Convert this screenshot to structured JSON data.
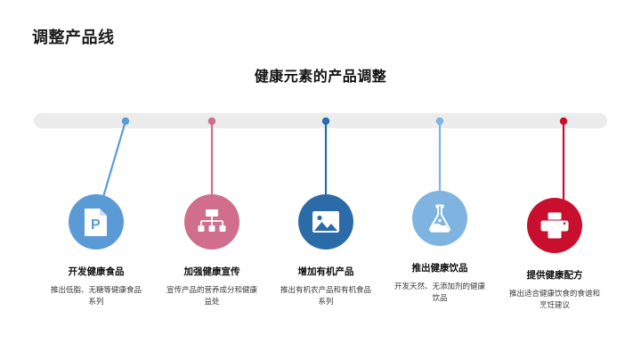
{
  "slide": {
    "page_title": "调整产品线",
    "section_subtitle": "健康元素的产品调整",
    "background_color": "#ffffff",
    "rail_color": "#ececec"
  },
  "timeline": {
    "items": [
      {
        "icon": "file-presentation-icon",
        "title": "开发健康食品",
        "description": "推出低脂、无糖等健康食品系列",
        "color": "#5b9bd5",
        "connector": "diagonal"
      },
      {
        "icon": "org-chart-icon",
        "title": "加强健康宣传",
        "description": "宣传产品的营养成分和健康益处",
        "color": "#d06e8c",
        "connector": "vertical"
      },
      {
        "icon": "image-picture-icon",
        "title": "增加有机产品",
        "description": "推出有机农产品和有机食品系列",
        "color": "#2b6ca8",
        "connector": "vertical"
      },
      {
        "icon": "flask-beaker-icon",
        "title": "推出健康饮品",
        "description": "开发天然、无添加剂的健康饮品",
        "color": "#7fb3e0",
        "connector": "vertical"
      },
      {
        "icon": "printer-icon",
        "title": "提供健康配方",
        "description": "推出适合健康饮食的食谱和烹饪建议",
        "color": "#c8102e",
        "connector": "vertical"
      }
    ]
  }
}
